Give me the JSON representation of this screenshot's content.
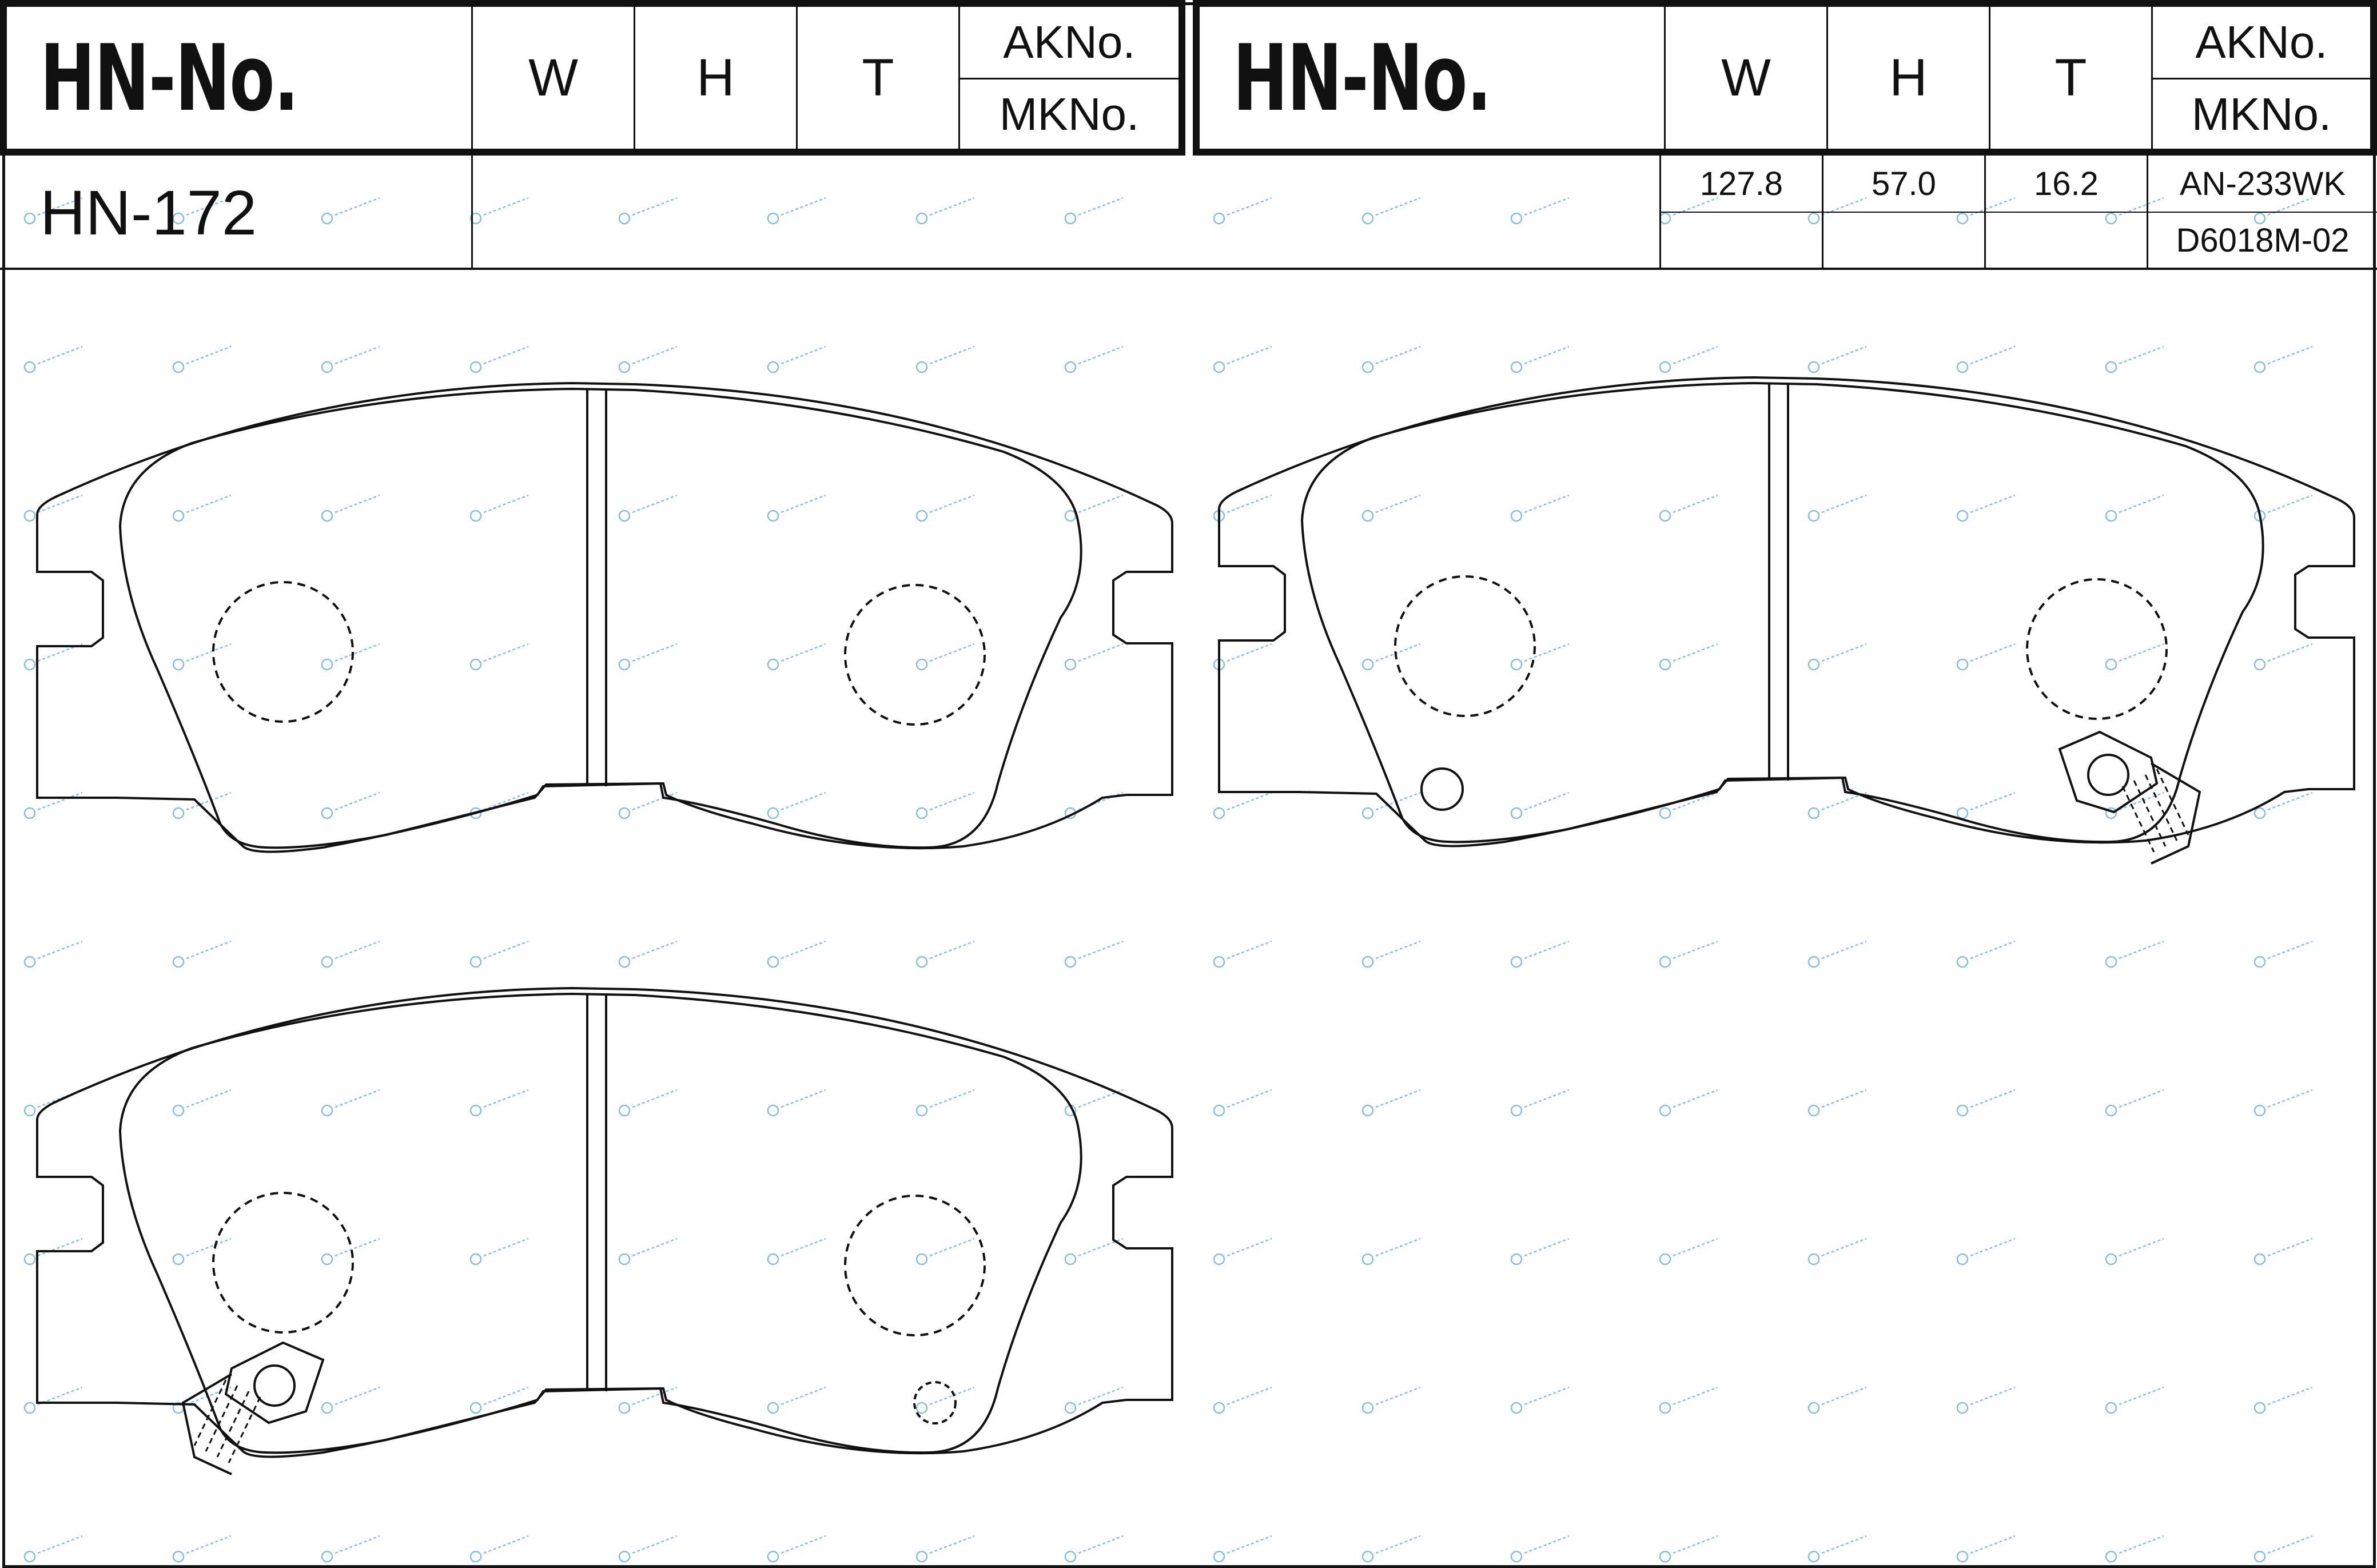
{
  "header": {
    "title_left": "HN-No.",
    "title_right": "HN-No.",
    "col_w": "W",
    "col_h": "H",
    "col_t": "T",
    "col_ak": "AKNo.",
    "col_mk": "MKNo."
  },
  "row": {
    "hn_number": "HN-172",
    "w": "127.8",
    "h": "57.0",
    "t": "16.2",
    "ak_number": "AN-233WK",
    "mk_number": "D6018M-02"
  },
  "colors": {
    "line": "#111111",
    "watermark": "#3a8fd0"
  },
  "drawings": [
    {
      "name": "brake-pad-plain"
    },
    {
      "name": "brake-pad-with-right-wear-sensor"
    },
    {
      "name": "brake-pad-with-left-wear-sensor"
    }
  ]
}
